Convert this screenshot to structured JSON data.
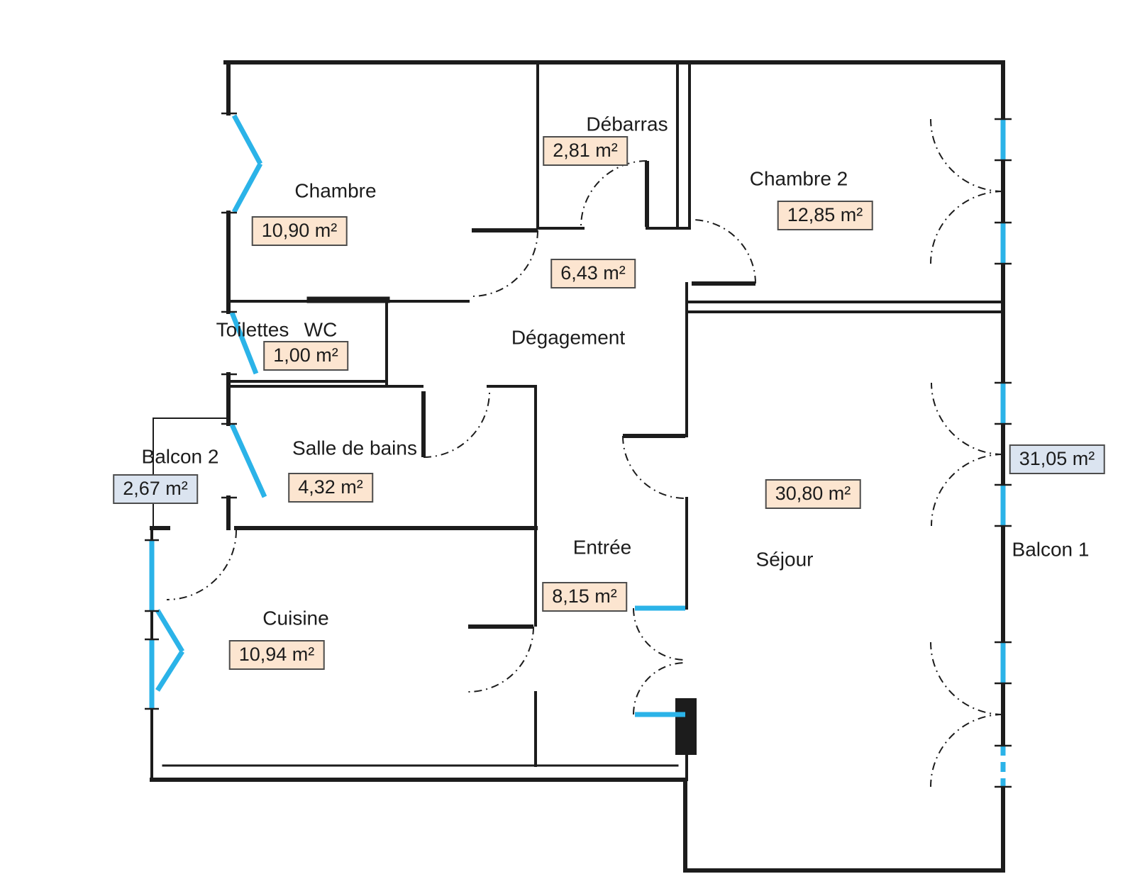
{
  "meta": {
    "type": "apartment-floor-plan",
    "language": "fr"
  },
  "colors": {
    "wall": "#1c1c1c",
    "window": "#2bb3e8",
    "room_area_bg": "#fce5d0",
    "balcony_area_bg": "#dbe4f0",
    "badge_border": "#4d4d4d",
    "text": "#1c1c1c",
    "background": "#ffffff"
  },
  "rooms": [
    {
      "name": "chambre",
      "label": "Chambre",
      "area": "10,90 m²"
    },
    {
      "name": "debarras",
      "label": "Débarras",
      "area": "2,81 m²"
    },
    {
      "name": "chambre-2",
      "label": "Chambre 2",
      "area": "12,85 m²"
    },
    {
      "name": "degagement",
      "label": "Dégagement",
      "area": "6,43 m²"
    },
    {
      "name": "toilettes",
      "label": "Toilettes",
      "label_secondary": "WC",
      "area": "1,00 m²"
    },
    {
      "name": "salle-de-bains",
      "label": "Salle de bains",
      "area": "4,32 m²"
    },
    {
      "name": "cuisine",
      "label": "Cuisine",
      "area": "10,94 m²"
    },
    {
      "name": "entree",
      "label": "Entrée",
      "area": "8,15 m²"
    },
    {
      "name": "sejour",
      "label": "Séjour",
      "area": "30,80 m²"
    },
    {
      "name": "balcon-2",
      "label": "Balcon 2",
      "area": "2,67 m²",
      "balcony": true
    },
    {
      "name": "balcon-1",
      "label": "Balcon 1",
      "area": "31,05 m²",
      "balcony": true
    }
  ]
}
